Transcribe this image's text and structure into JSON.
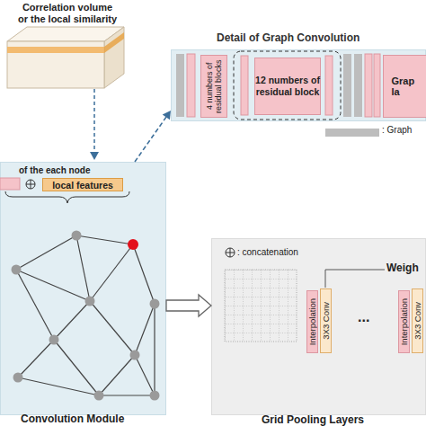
{
  "diagram": {
    "nodes": [
      {
        "text": [
          "Detail of Graph Convolution"
        ]
      },
      {
        "text": [
          "4 numbers of residual blocks"
        ],
        "in": 0
      },
      {
        "text": [
          "12 numbers of residual block"
        ],
        "in": 0
      },
      {
        "text": [
          "Grap la"
        ],
        "in": 0
      },
      {
        "text": [
          "of the each node",
          "Convolution Module"
        ]
      },
      {
        "text": [
          "local features"
        ],
        "in": 4
      },
      {
        "text": [
          "Grid Pooling Layers"
        ]
      },
      {
        "text": [
          "Interpolation"
        ],
        "in": 6
      },
      {
        "text": [
          "3X3 Conv"
        ],
        "in": 6
      },
      {
        "text": [
          "Interpolation"
        ],
        "in": 6
      },
      {
        "text": [
          "3X3 Conv"
        ],
        "in": 6
      }
    ],
    "edges": [
      {
        "from": 4,
        "to": 0,
        "arrow": "to"
      },
      {
        "from": 4,
        "to": 6,
        "arrow": "to"
      }
    ],
    "labels": [
      "Correlation volume",
      "or the local similarity",
      "Weigh",
      "..."
    ],
    "legend": [
      {
        "text": ": Graph",
        "color": "#bdbdbd"
      },
      {
        "text": ": concatenation"
      }
    ]
  }
}
